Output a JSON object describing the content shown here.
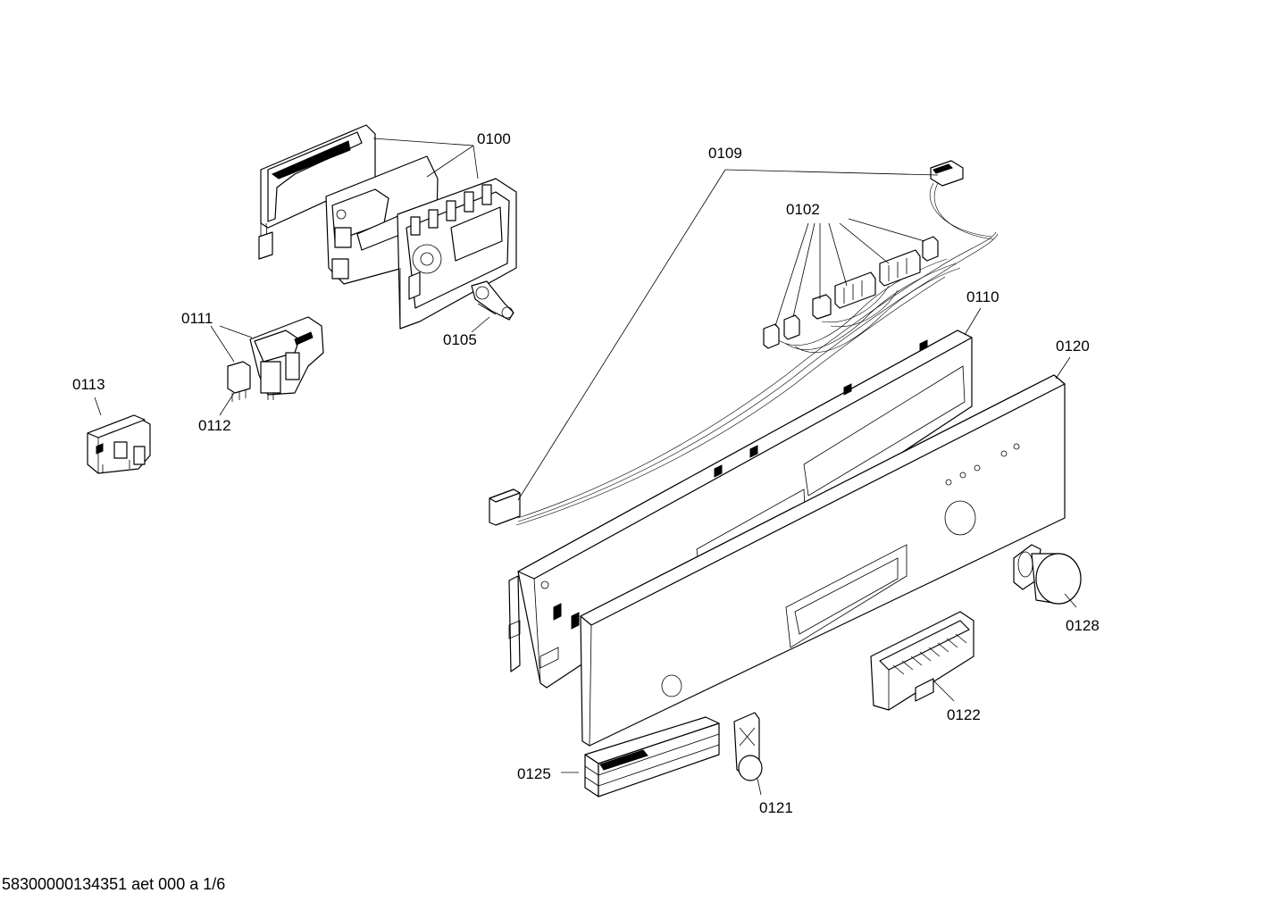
{
  "diagram": {
    "callouts": [
      {
        "id": "0100",
        "label": "0100"
      },
      {
        "id": "0105",
        "label": "0105"
      },
      {
        "id": "0109",
        "label": "0109"
      },
      {
        "id": "0102",
        "label": "0102"
      },
      {
        "id": "0110",
        "label": "0110"
      },
      {
        "id": "0111",
        "label": "0111"
      },
      {
        "id": "0112",
        "label": "0112"
      },
      {
        "id": "0113",
        "label": "0113"
      },
      {
        "id": "0120",
        "label": "0120"
      },
      {
        "id": "0128",
        "label": "0128"
      },
      {
        "id": "0122",
        "label": "0122"
      },
      {
        "id": "0125",
        "label": "0125"
      },
      {
        "id": "0121",
        "label": "0121"
      }
    ]
  },
  "footer": {
    "text": "58300000134351 aet 000 a 1/6"
  }
}
